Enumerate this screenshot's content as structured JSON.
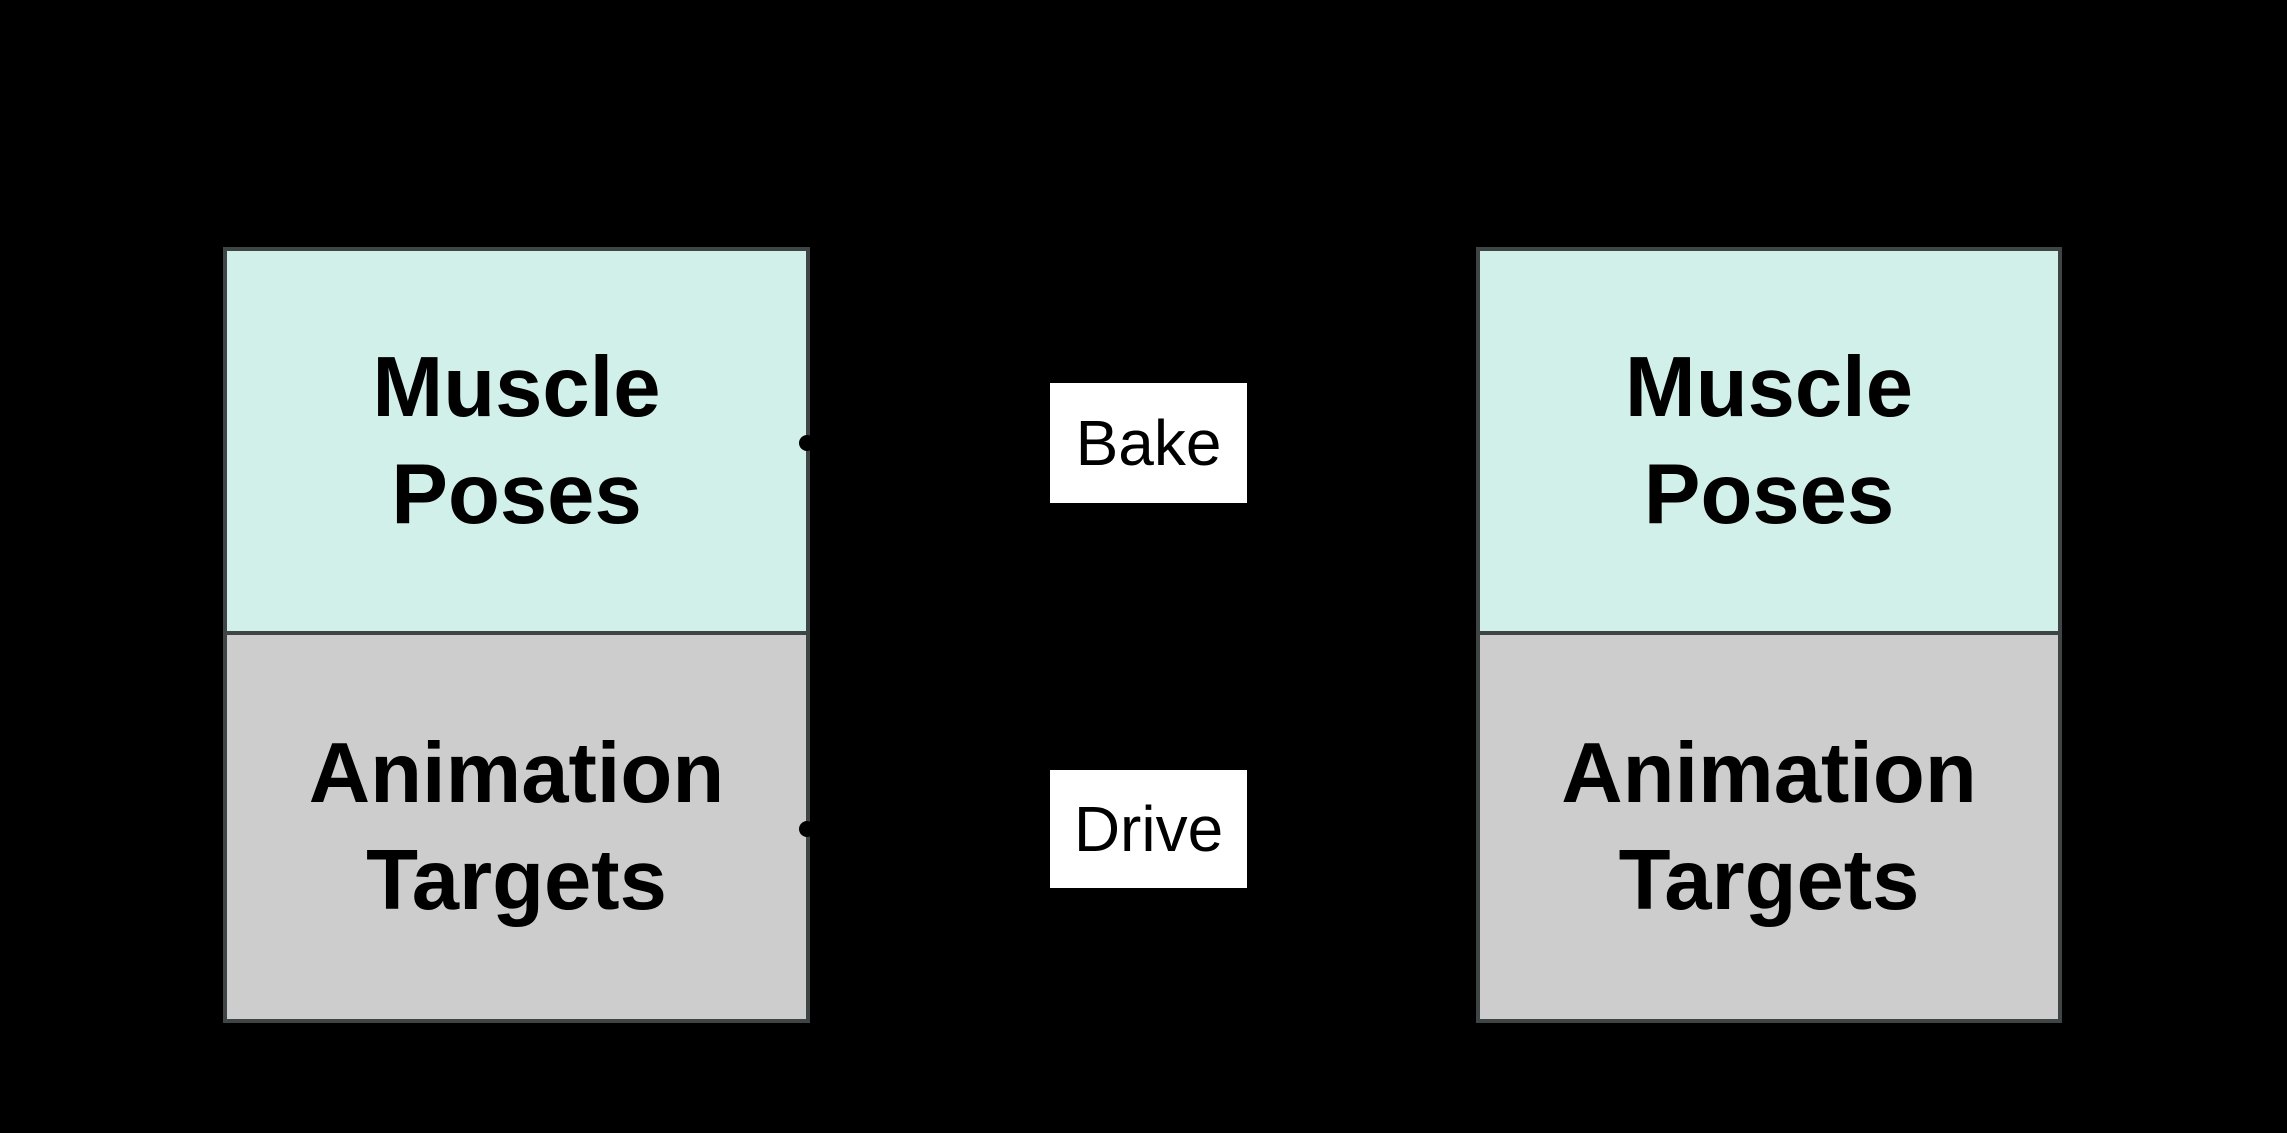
{
  "colors": {
    "background": "#000000",
    "muscle_section_fill": "#d2f0ea",
    "targets_section_fill": "#cdcdcd",
    "panel_border": "#3f4445",
    "connector_label_bg": "#ffffff",
    "text": "#000000",
    "arrow": "#000000"
  },
  "left_panel": {
    "top_section": {
      "label": "Muscle Poses"
    },
    "bottom_section": {
      "label": "Animation Targets"
    }
  },
  "right_panel": {
    "top_section": {
      "label": "Muscle Poses"
    },
    "bottom_section": {
      "label": "Animation Targets"
    }
  },
  "connectors": {
    "bake": {
      "label": "Bake"
    },
    "drive": {
      "label": "Drive"
    }
  }
}
